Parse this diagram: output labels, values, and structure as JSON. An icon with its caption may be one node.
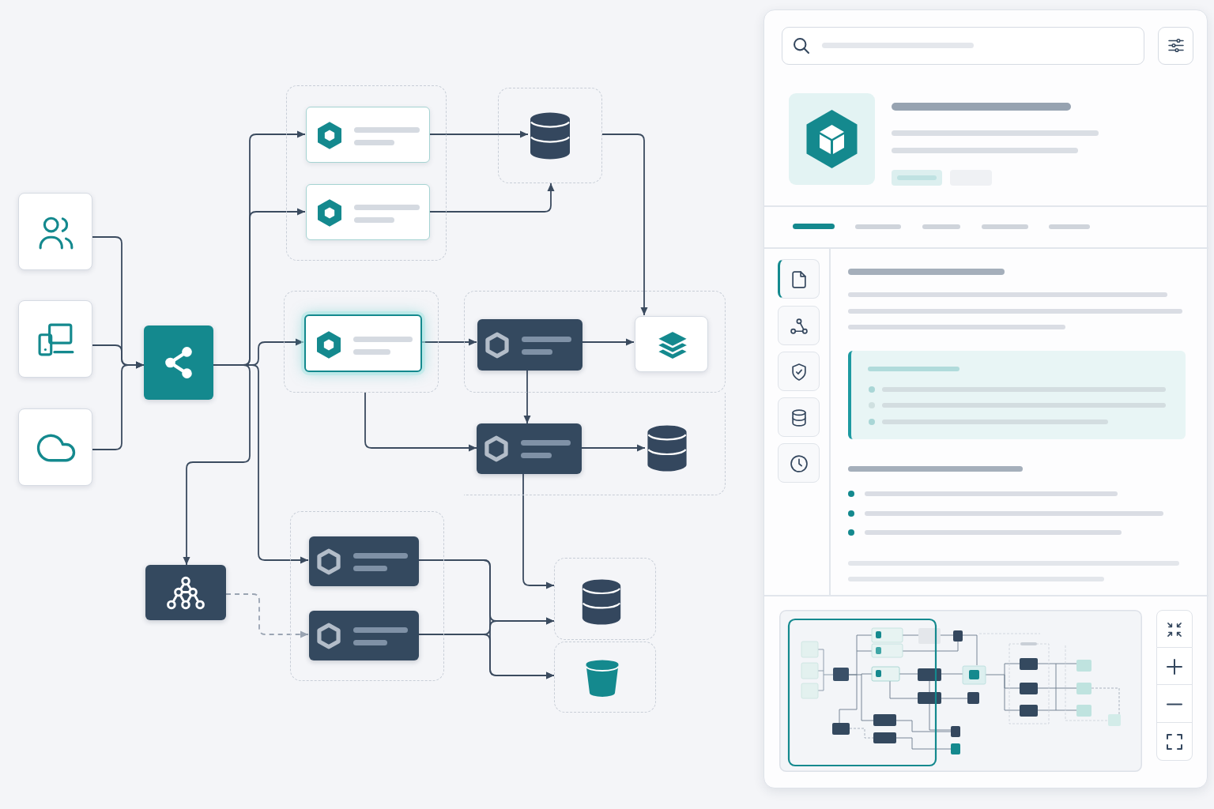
{
  "diagram": {
    "nodes": [
      {
        "text": [],
        "shape": "box"
      },
      {
        "text": [],
        "shape": "box"
      },
      {
        "text": [],
        "shape": "box"
      },
      {
        "text": [],
        "shape": "box"
      },
      {
        "text": [],
        "shape": "box"
      },
      {
        "text": [],
        "shape": "box",
        "in": 4
      },
      {
        "text": [],
        "shape": "box",
        "in": 4
      },
      {
        "text": [],
        "shape": "box"
      },
      {
        "text": [],
        "shape": "cylinder",
        "in": 7
      },
      {
        "text": [],
        "shape": "box"
      },
      {
        "text": [],
        "shape": "box",
        "in": 9
      },
      {
        "text": [],
        "shape": "box"
      },
      {
        "text": [],
        "shape": "box",
        "in": 11
      },
      {
        "text": [],
        "shape": "box",
        "in": 11
      },
      {
        "text": [],
        "shape": "box"
      },
      {
        "text": [],
        "shape": "box",
        "in": 14
      },
      {
        "text": [],
        "shape": "cylinder",
        "in": 14
      },
      {
        "text": [],
        "shape": "box"
      },
      {
        "text": [],
        "shape": "box"
      },
      {
        "text": [],
        "shape": "box",
        "in": 18
      },
      {
        "text": [],
        "shape": "box",
        "in": 18
      },
      {
        "text": [],
        "shape": "box"
      },
      {
        "text": [],
        "shape": "cylinder",
        "in": 21
      },
      {
        "text": [],
        "shape": "box"
      },
      {
        "text": [],
        "shape": "bucket",
        "in": 23
      }
    ],
    "edges": [
      {
        "from": 0,
        "to": 3,
        "arrow": "to"
      },
      {
        "from": 1,
        "to": 3,
        "arrow": "to"
      },
      {
        "from": 2,
        "to": 3,
        "arrow": "to"
      },
      {
        "from": 3,
        "to": 5,
        "arrow": "to"
      },
      {
        "from": 3,
        "to": 6,
        "arrow": "to"
      },
      {
        "from": 3,
        "to": 10,
        "arrow": "to"
      },
      {
        "from": 3,
        "to": 17,
        "arrow": "to"
      },
      {
        "from": 3,
        "to": 19,
        "arrow": "to"
      },
      {
        "from": 5,
        "to": 8,
        "arrow": "to"
      },
      {
        "from": 6,
        "to": 7,
        "arrow": "to"
      },
      {
        "from": 7,
        "to": 13,
        "arrow": "to"
      },
      {
        "from": 10,
        "to": 12,
        "arrow": "to"
      },
      {
        "from": 12,
        "to": 13,
        "arrow": "to"
      },
      {
        "from": 12,
        "to": 15,
        "arrow": "to"
      },
      {
        "from": 9,
        "to": 15,
        "arrow": "to"
      },
      {
        "from": 15,
        "to": 16,
        "arrow": "to"
      },
      {
        "from": 15,
        "to": 21,
        "arrow": "to"
      },
      {
        "from": 17,
        "to": 20,
        "arrow": "to",
        "style": "dashed",
        "color": "#9aa4b2"
      },
      {
        "from": 19,
        "to": 21,
        "arrow": "to"
      },
      {
        "from": 19,
        "to": 23,
        "arrow": "to"
      },
      {
        "from": 20,
        "to": 21,
        "arrow": "to"
      },
      {
        "from": 20,
        "to": 23,
        "arrow": "to"
      }
    ]
  }
}
